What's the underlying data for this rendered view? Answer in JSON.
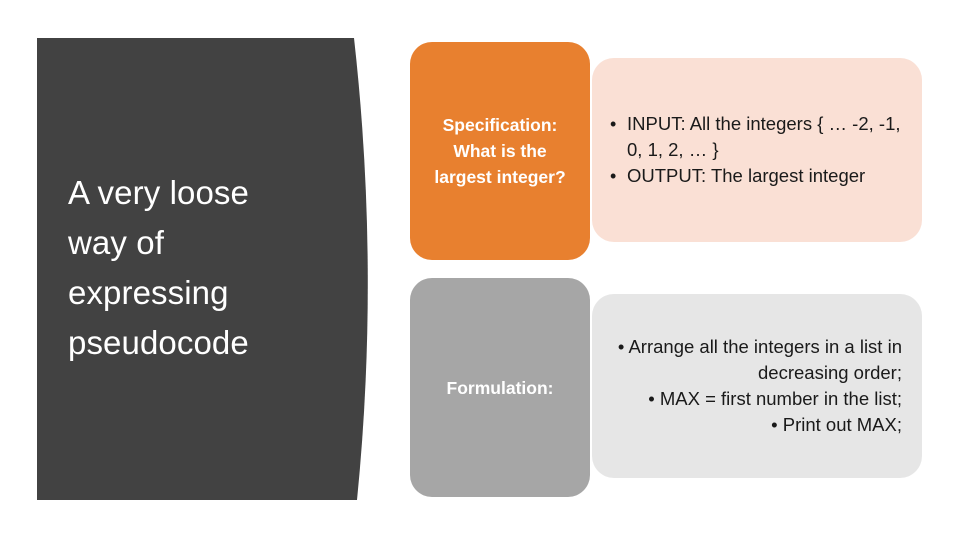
{
  "slide": {
    "background": "#ffffff",
    "left_banner": {
      "fill": "#424242",
      "title": "A very loose way of expressing pseudocode",
      "title_color": "#ffffff"
    },
    "rows": [
      {
        "id": "specification",
        "label": "Specification: What is the largest integer?",
        "label_bg": "#E8802F",
        "label_color": "#ffffff",
        "body_bg": "#FAE0D5",
        "body_color": "#1a1a1a",
        "bullets": [
          "INPUT: All the integers { … -2, -1, 0, 1, 2, … }",
          "OUTPUT: The largest integer"
        ]
      },
      {
        "id": "formulation",
        "label": "Formulation:",
        "label_bg": "#A6A6A6",
        "label_color": "#ffffff",
        "body_bg": "#E6E6E6",
        "body_color": "#1a1a1a",
        "bullets": [
          "• Arrange all the integers in a list in decreasing order;",
          "• MAX = first number in the list;",
          "• Print out MAX;"
        ]
      }
    ]
  }
}
